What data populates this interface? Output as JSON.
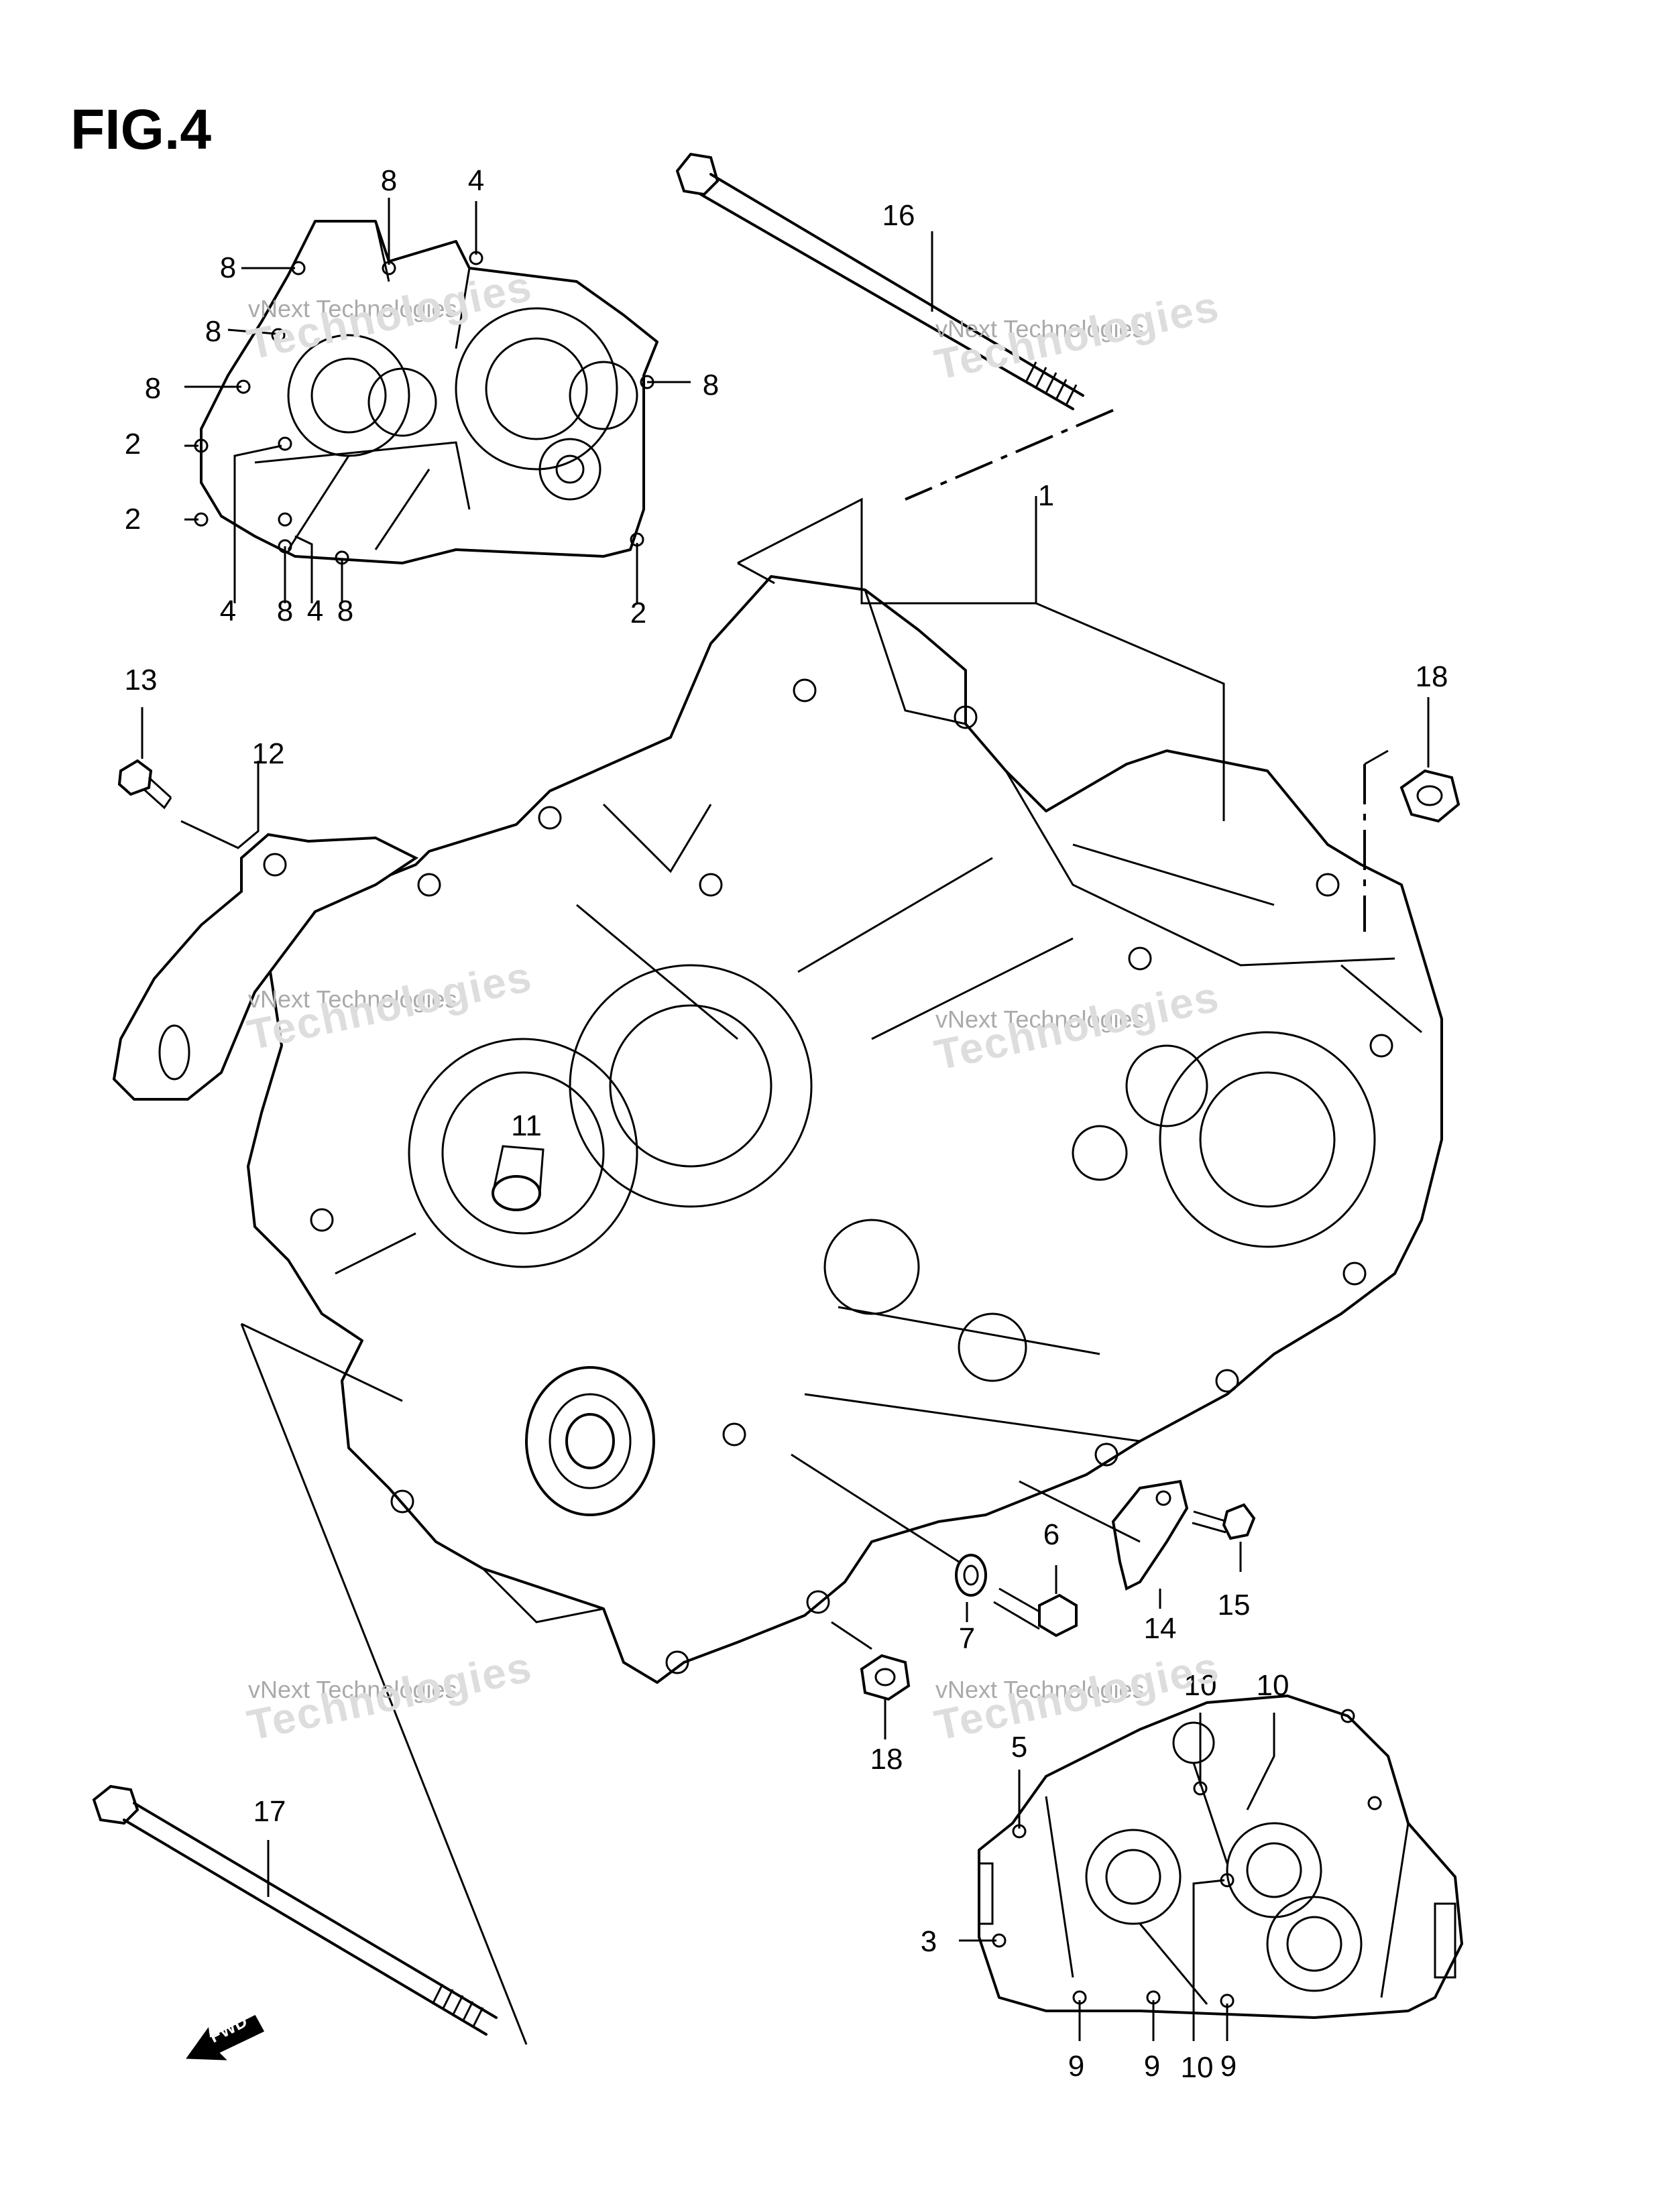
{
  "figure": {
    "title": "FIG.4"
  },
  "callouts": {
    "c1": "1",
    "c2a": "2",
    "c2b": "2",
    "c2c": "2",
    "c3": "3",
    "c4a": "4",
    "c4b": "4",
    "c4c": "4",
    "c5": "5",
    "c6": "6",
    "c7": "7",
    "c8a": "8",
    "c8b": "8",
    "c8c": "8",
    "c8d": "8",
    "c8e": "8",
    "c8f": "8",
    "c8g": "8",
    "c9a": "9",
    "c9b": "9",
    "c9c": "9",
    "c10a": "10",
    "c10b": "10",
    "c10c": "10",
    "c11": "11",
    "c12": "12",
    "c13": "13",
    "c14": "14",
    "c15": "15",
    "c16": "16",
    "c17": "17",
    "c18a": "18",
    "c18b": "18"
  },
  "watermark": {
    "line1": "vNext Technologies",
    "line2": "Technologies"
  },
  "fwd_label": "FWD"
}
